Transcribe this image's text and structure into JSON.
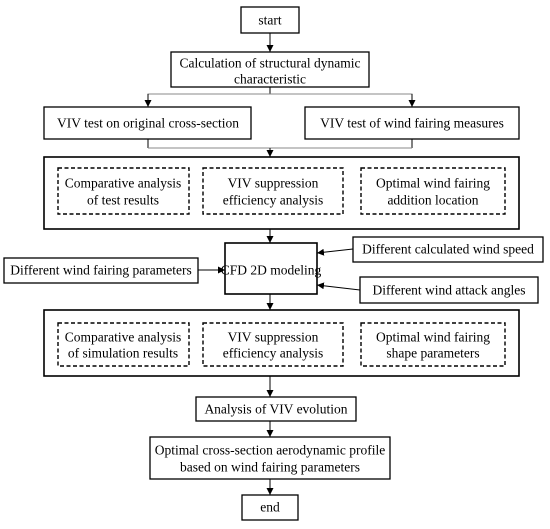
{
  "nodes": {
    "start": "start",
    "calc_line1": "Calculation of structural dynamic",
    "calc_line2": "characteristic",
    "viv_original": "VIV test on original cross-section",
    "viv_fairing": "VIV test of wind fairing measures",
    "comp_test_line1": "Comparative analysis",
    "comp_test_line2": "of test results",
    "eff1_line1": "VIV suppression",
    "eff1_line2": "efficiency analysis",
    "opt_loc_line1": "Optimal wind fairing",
    "opt_loc_line2": "addition location",
    "diff_params": "Different wind fairing parameters",
    "cfd": "CFD 2D modeling",
    "diff_speed": "Different calculated wind speed",
    "diff_angles": "Different wind attack angles",
    "comp_sim_line1": "Comparative analysis",
    "comp_sim_line2": "of simulation results",
    "eff2_line1": "VIV suppression",
    "eff2_line2": "efficiency analysis",
    "opt_shape_line1": "Optimal wind fairing",
    "opt_shape_line2": "shape parameters",
    "evolution": "Analysis of VIV evolution",
    "profile_line1": "Optimal cross-section aerodynamic profile",
    "profile_line2": "based on wind fairing parameters",
    "end": "end"
  }
}
